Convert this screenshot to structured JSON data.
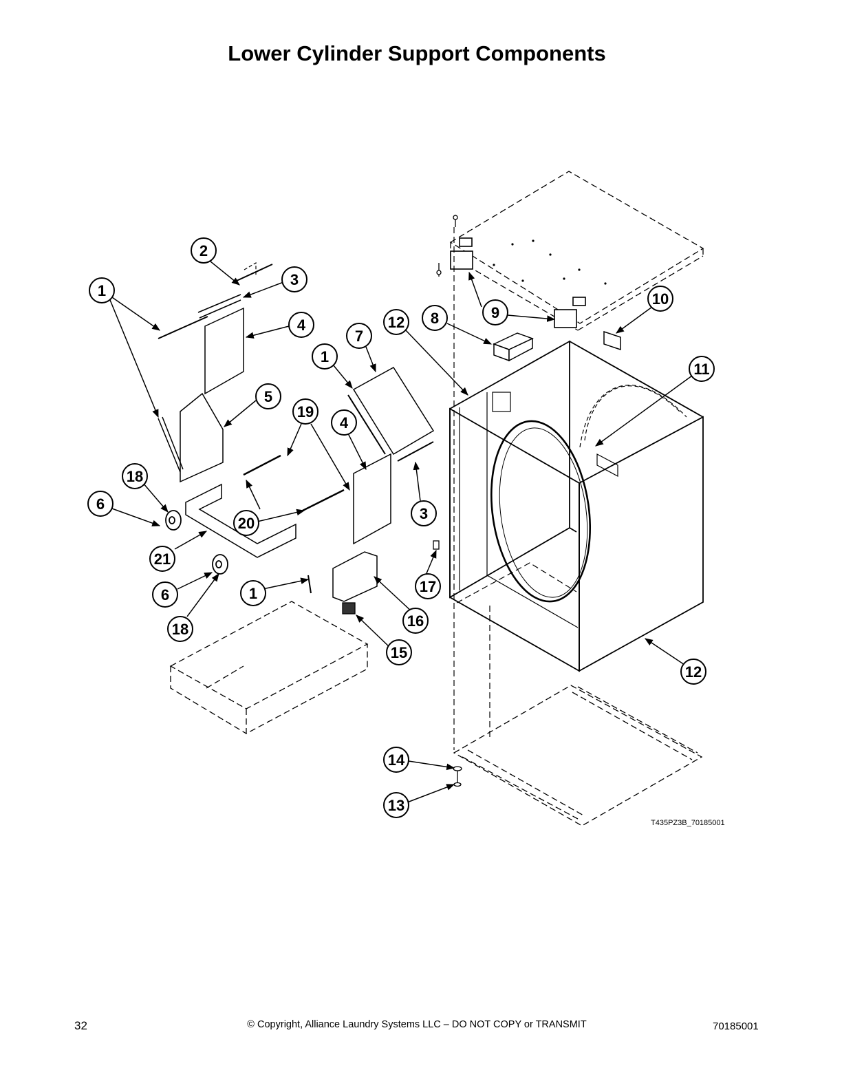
{
  "title": "Lower Cylinder Support Components",
  "figure_code": "T435PZ3B_70185001",
  "footer": {
    "page_number": "32",
    "copyright": "© Copyright, Alliance Laundry Systems LLC – DO NOT COPY or TRANSMIT",
    "doc_number": "70185001"
  },
  "callouts": [
    "1",
    "2",
    "3",
    "4",
    "5",
    "6",
    "7",
    "8",
    "9",
    "10",
    "11",
    "12",
    "13",
    "14",
    "15",
    "16",
    "17",
    "18",
    "19",
    "20",
    "21"
  ]
}
